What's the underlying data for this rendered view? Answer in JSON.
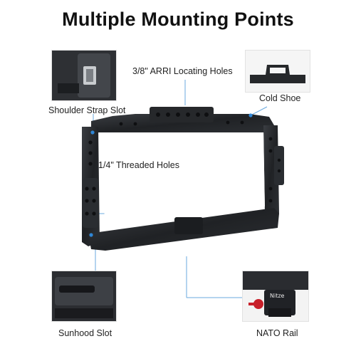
{
  "title": "Multiple Mounting Points",
  "callouts": {
    "arri_holes": "3/8\" ARRI Locating Holes",
    "cold_shoe": "Cold Shoe",
    "shoulder_strap_slot": "Shoulder Strap Slot",
    "threaded_holes": "1/4\" Threaded Holes",
    "sunhood_slot": "Sunhood Slot",
    "nato_rail": "NATO Rail"
  },
  "brand_mark": "Nitze",
  "colors": {
    "accent_blue": "#2f86d6",
    "cage_dark": "#1f2124",
    "cage_mid": "#34373b",
    "knob_red": "#c8202a",
    "leader_line": "#6aa9df"
  }
}
